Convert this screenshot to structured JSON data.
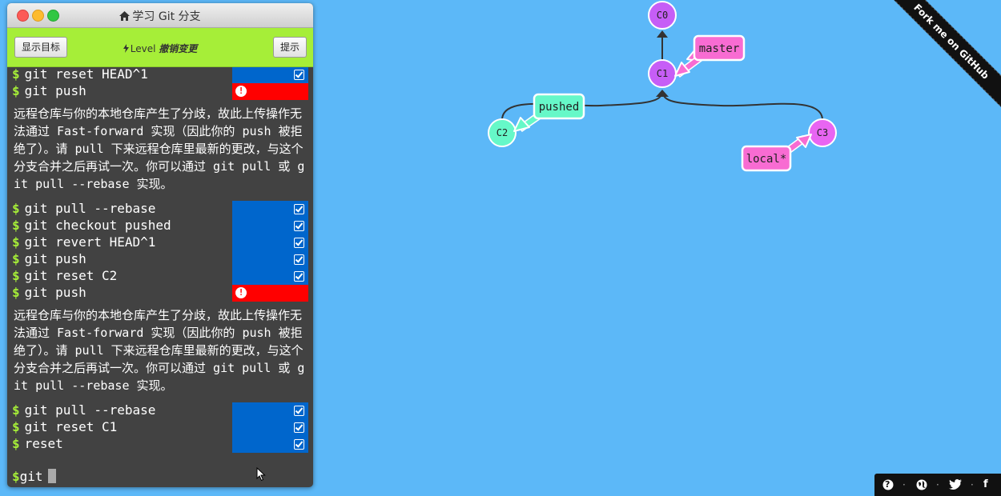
{
  "window": {
    "title": "学习 Git 分支",
    "title_icon": "home-icon"
  },
  "toolbar": {
    "goal_button": "显示目标",
    "hint_button": "提示",
    "level_prefix": "Level",
    "level_name": "撤销变更",
    "level_icon": "bolt-icon"
  },
  "log": {
    "prompt": "$",
    "error_message": "远程仓库与你的本地仓库产生了分歧，故此上传操作无法通过 Fast-forward 实现（因此你的 push 被拒绝了）。请 pull 下来远程仓库里最新的更改，与这个分支合并之后再试一次。你可以通过 git pull 或 git pull --rebase 实现。",
    "commands": [
      {
        "text": "git reset HEAD^1",
        "status": "ok"
      },
      {
        "text": "git push",
        "status": "error"
      },
      {
        "text": "git pull --rebase",
        "status": "ok"
      },
      {
        "text": "git checkout pushed",
        "status": "ok"
      },
      {
        "text": "git revert HEAD^1",
        "status": "ok"
      },
      {
        "text": "git push",
        "status": "ok"
      },
      {
        "text": "git reset C2",
        "status": "ok"
      },
      {
        "text": "git push",
        "status": "error"
      },
      {
        "text": "git pull --rebase",
        "status": "ok"
      },
      {
        "text": "git reset C1",
        "status": "ok"
      },
      {
        "text": "reset",
        "status": "ok"
      }
    ]
  },
  "input": {
    "prompt": "$",
    "value": "git"
  },
  "graph": {
    "commits": [
      {
        "id": "C0",
        "color": "#c65ef6"
      },
      {
        "id": "C1",
        "color": "#c65ef6"
      },
      {
        "id": "C2",
        "color": "#66f8c8"
      },
      {
        "id": "C3",
        "color": "#e865f2"
      }
    ],
    "branches": [
      {
        "name": "master",
        "color": "#f86cd2"
      },
      {
        "name": "pushed",
        "color": "#66f8c8"
      },
      {
        "name": "local*",
        "color": "#f86cd2"
      }
    ]
  },
  "ribbon": {
    "text": "Fork me on GitHub"
  },
  "footer": {
    "icons": [
      "help-icon",
      "globe-icon",
      "twitter-icon",
      "facebook-icon"
    ],
    "facebook_glyph": "f",
    "help_glyph": "?"
  },
  "colors": {
    "background": "#5cb8f8",
    "terminal": "#424242",
    "toolbar": "#a6ee38",
    "ok_status": "#0066cc",
    "error_status": "#ff0000"
  }
}
